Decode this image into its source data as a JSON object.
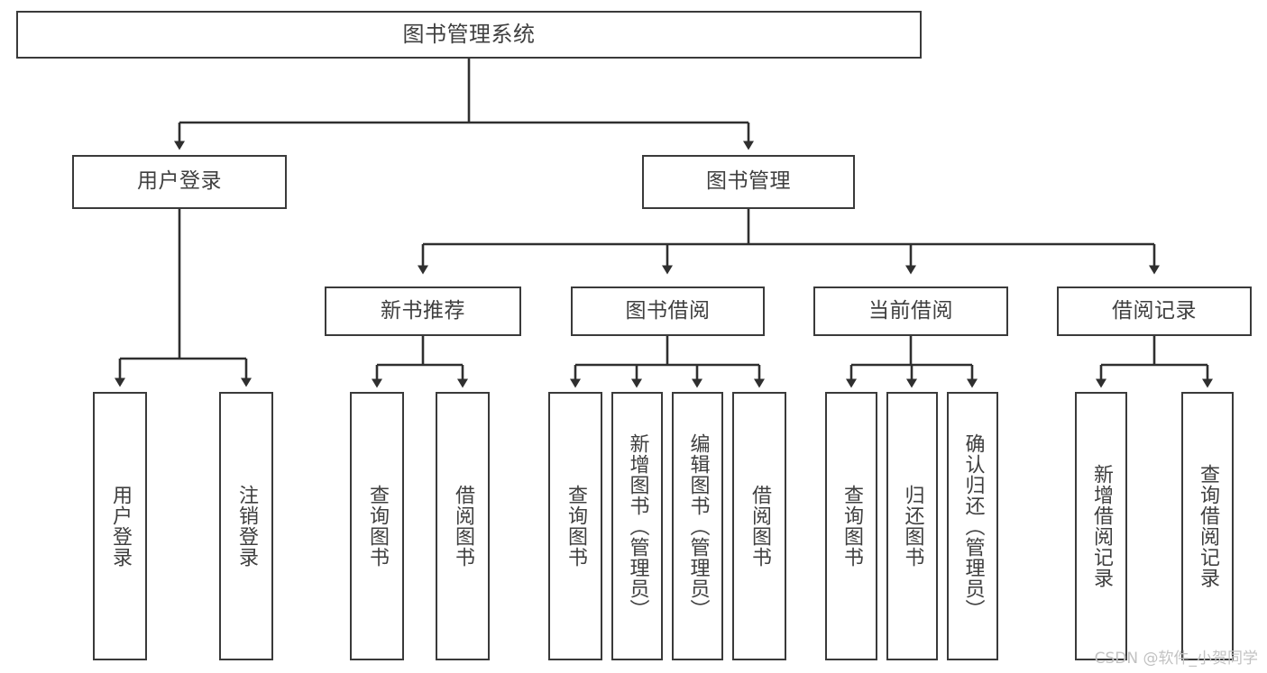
{
  "diagram": {
    "type": "tree",
    "title": "图书管理系统",
    "watermark": "CSDN @软件_小贺同学",
    "colors": {
      "box_border": "#3a3a3a",
      "box_fill": "#ffffff",
      "text": "#3f3f3f",
      "connector": "#2f2f2f",
      "watermark": "#c2c2c2"
    },
    "nodes": {
      "root": {
        "label": "图书管理系统"
      },
      "level1": [
        {
          "label": "用户登录"
        },
        {
          "label": "图书管理"
        }
      ],
      "level2": [
        {
          "label": "新书推荐"
        },
        {
          "label": "图书借阅"
        },
        {
          "label": "当前借阅"
        },
        {
          "label": "借阅记录"
        }
      ],
      "leaves": {
        "user_login": [
          {
            "label": "用户登录"
          },
          {
            "label": "注销登录"
          }
        ],
        "new_book_rec": [
          {
            "label": "查询图书"
          },
          {
            "label": "借阅图书"
          }
        ],
        "book_borrow": [
          {
            "label": "查询图书"
          },
          {
            "label": "新增图书（管理员）"
          },
          {
            "label": "编辑图书（管理员）"
          },
          {
            "label": "借阅图书"
          }
        ],
        "current_borrow": [
          {
            "label": "查询图书"
          },
          {
            "label": "归还图书"
          },
          {
            "label": "确认归还（管理员）"
          }
        ],
        "borrow_record": [
          {
            "label": "新增借阅记录"
          },
          {
            "label": "查询借阅记录"
          }
        ]
      }
    }
  }
}
